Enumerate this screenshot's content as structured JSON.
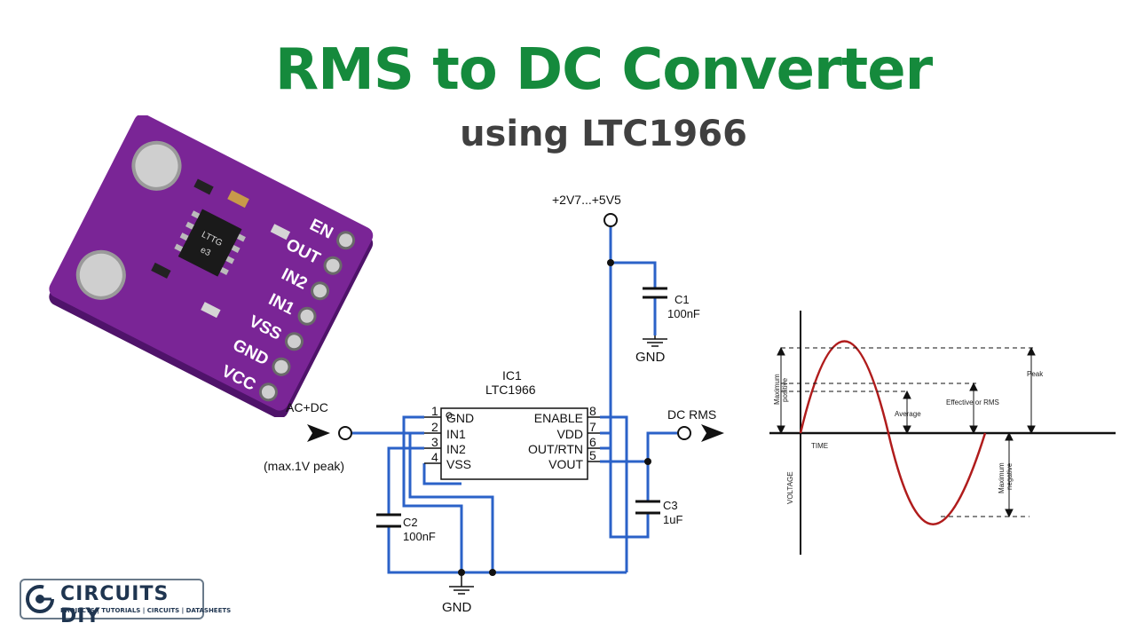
{
  "header": {
    "title": "RMS to DC Converter",
    "subtitle": "using LTC1966"
  },
  "colors": {
    "title": "#158a3c",
    "subtitle": "#404040",
    "wire": "#2b62c8",
    "pcb": "#7a2596",
    "sine": "#b01c1c",
    "logo": "#1f3550"
  },
  "module": {
    "chip_marking": [
      "LTTG",
      "e3"
    ],
    "pin_labels": [
      "EN",
      "OUT",
      "IN2",
      "IN1",
      "VSS",
      "GND",
      "VCC"
    ]
  },
  "schematic": {
    "supply": "+2V7...+5V5",
    "ic_ref": "IC1",
    "ic_part": "LTC1966",
    "input_label": "AC+DC",
    "input_note": "(max.1V peak)",
    "output_label": "DC RMS",
    "pins_left": [
      {
        "num": "1",
        "name": "GND"
      },
      {
        "num": "2",
        "name": "IN1"
      },
      {
        "num": "3",
        "name": "IN2"
      },
      {
        "num": "4",
        "name": "VSS"
      }
    ],
    "pins_right": [
      {
        "num": "8",
        "name": "ENABLE"
      },
      {
        "num": "7",
        "name": "VDD"
      },
      {
        "num": "6",
        "name": "OUT/RTN"
      },
      {
        "num": "5",
        "name": "VOUT"
      }
    ],
    "c1": {
      "ref": "C1",
      "value": "100nF"
    },
    "c2": {
      "ref": "C2",
      "value": "100nF"
    },
    "c3": {
      "ref": "C3",
      "value": "1uF"
    },
    "gnd_top": "GND",
    "gnd_bottom": "GND"
  },
  "waveform": {
    "labels": {
      "voltage": "VOLTAGE",
      "time": "TIME",
      "max_positive": [
        "Maximum",
        "positive"
      ],
      "max_negative": [
        "Maximum",
        "negative"
      ],
      "average": "Average",
      "rms": "Effective or RMS",
      "peak": "Peak"
    }
  },
  "logo": {
    "name": "CIRCUITS DIY",
    "tagline": "PROJECTS | TUTORIALS | CIRCUITS | DATASHEETS"
  }
}
